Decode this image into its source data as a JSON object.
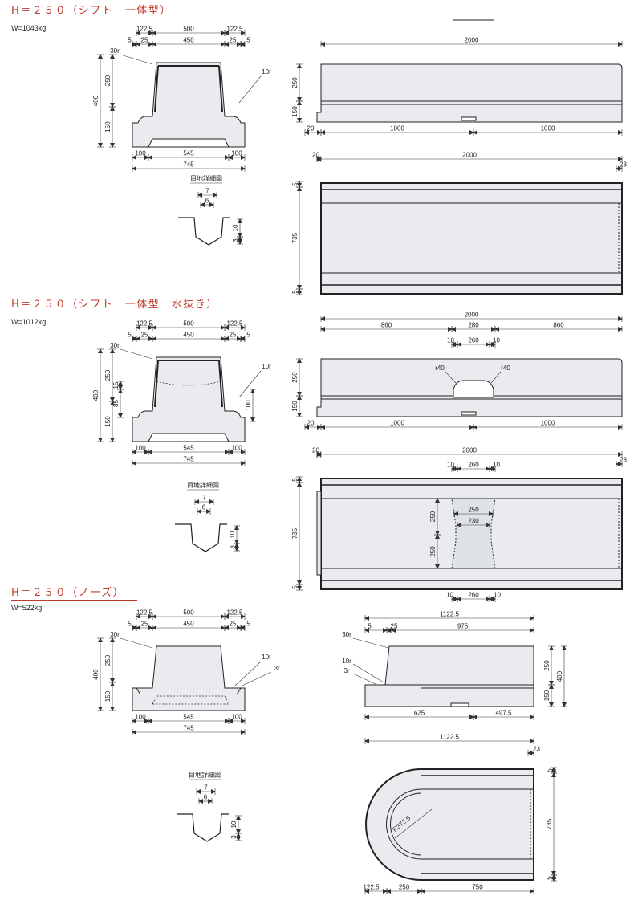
{
  "sections": [
    {
      "title": "H＝２５０（シフト　一体型）",
      "weight": "W=1043kg"
    },
    {
      "title": "H＝２５０（シフト　一体型　水抜き）",
      "weight": "W=1012kg"
    },
    {
      "title": "H＝２５０（ノーズ）",
      "weight": "W=522kg"
    }
  ],
  "joint_title": "目地詳細図",
  "joint_dims": [
    "7",
    "6",
    "10",
    "3"
  ],
  "cross_section": {
    "top": [
      "122.5",
      "500",
      "122.5"
    ],
    "top2": [
      "5",
      "25",
      "450",
      "25",
      "5"
    ],
    "height": [
      "400",
      "250",
      "150"
    ],
    "bottom": [
      "100",
      "545",
      "100"
    ],
    "total": "745",
    "radius_left": "30r",
    "radius_right": "10r",
    "weep": [
      "15",
      "85",
      "100"
    ],
    "nose_r": "3r"
  },
  "side_view": {
    "length": "2000",
    "height": [
      "250",
      "150"
    ],
    "offset": "20",
    "halves": [
      "1000",
      "1000"
    ],
    "weep_top": [
      "860",
      "280",
      "860"
    ],
    "weep_mid": [
      "10",
      "260",
      "10"
    ],
    "weep_r": [
      "r40",
      "r40"
    ]
  },
  "plan_view": {
    "length": "2000",
    "offset": "20",
    "end_gap": "23",
    "width": [
      "5",
      "735",
      "5"
    ],
    "weep_w": [
      "250",
      "230"
    ],
    "weep_h": [
      "250",
      "250"
    ],
    "weep_bot": [
      "10",
      "260",
      "10"
    ]
  },
  "nose_side": {
    "length": "1122.5",
    "top": [
      "5",
      "25",
      "975"
    ],
    "radius": [
      "30r",
      "10r",
      "3r"
    ],
    "height": [
      "250",
      "150",
      "400"
    ],
    "bottom": [
      "625",
      "497.5"
    ]
  },
  "nose_plan": {
    "length": "1122.5",
    "end_gap": "23",
    "width": [
      "5",
      "735",
      "5"
    ],
    "radius": "R372.5",
    "bottom": [
      "122.5",
      "250",
      "750"
    ]
  }
}
